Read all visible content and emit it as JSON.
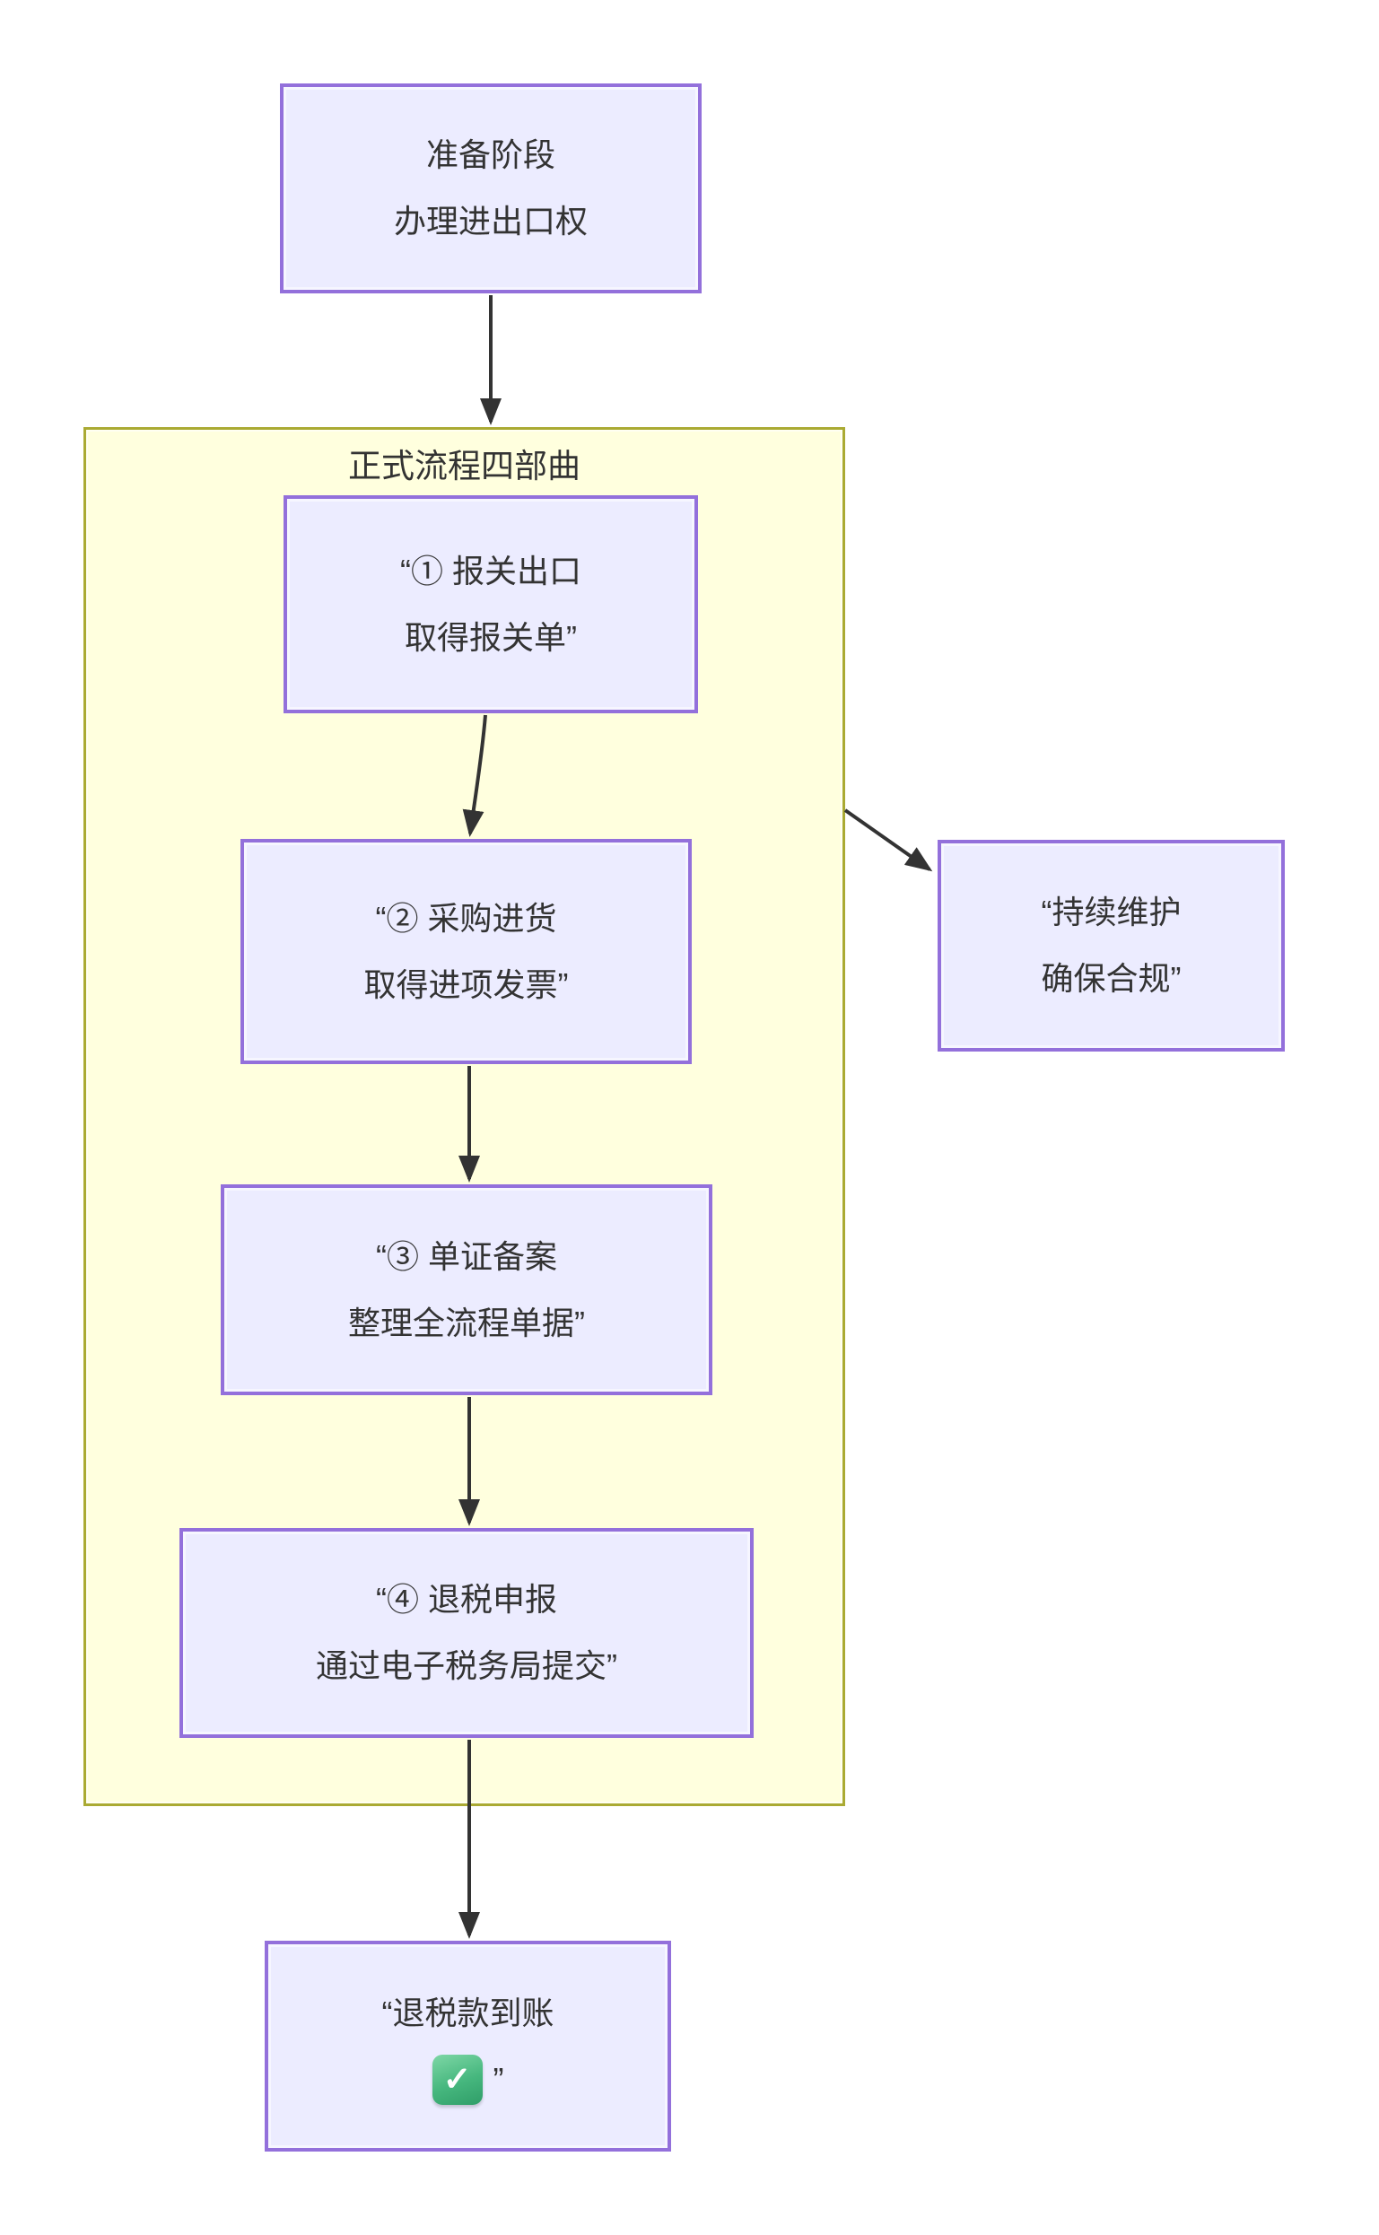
{
  "diagram": {
    "type": "flowchart",
    "cluster": {
      "title": "正式流程四部曲",
      "fill": "#FFFFDE",
      "border_color": "#AAAA33"
    },
    "node_style": {
      "fill": "#ECECFF",
      "border_color": "#9370DB",
      "text_color": "#333333"
    },
    "arrow_color": "#333333",
    "check_emoji_color": "#46B77E",
    "nodes": {
      "prepare": {
        "lines": [
          "准备阶段",
          "办理进出口权"
        ]
      },
      "step1": {
        "lines": [
          "“① 报关出口",
          "取得报关单”"
        ]
      },
      "step2": {
        "lines": [
          "“② 采购进货",
          "取得进项发票”"
        ]
      },
      "step3": {
        "lines": [
          "“③ 单证备案",
          "整理全流程单据”"
        ]
      },
      "step4": {
        "lines": [
          "“④ 退税申报",
          "通过电子税务局提交”"
        ]
      },
      "maintain": {
        "lines": [
          "“持续维护",
          "确保合规”"
        ]
      },
      "done": {
        "line1": "“退税款到账",
        "emoji_icon": "white-check-mark",
        "suffix": "”"
      }
    }
  }
}
